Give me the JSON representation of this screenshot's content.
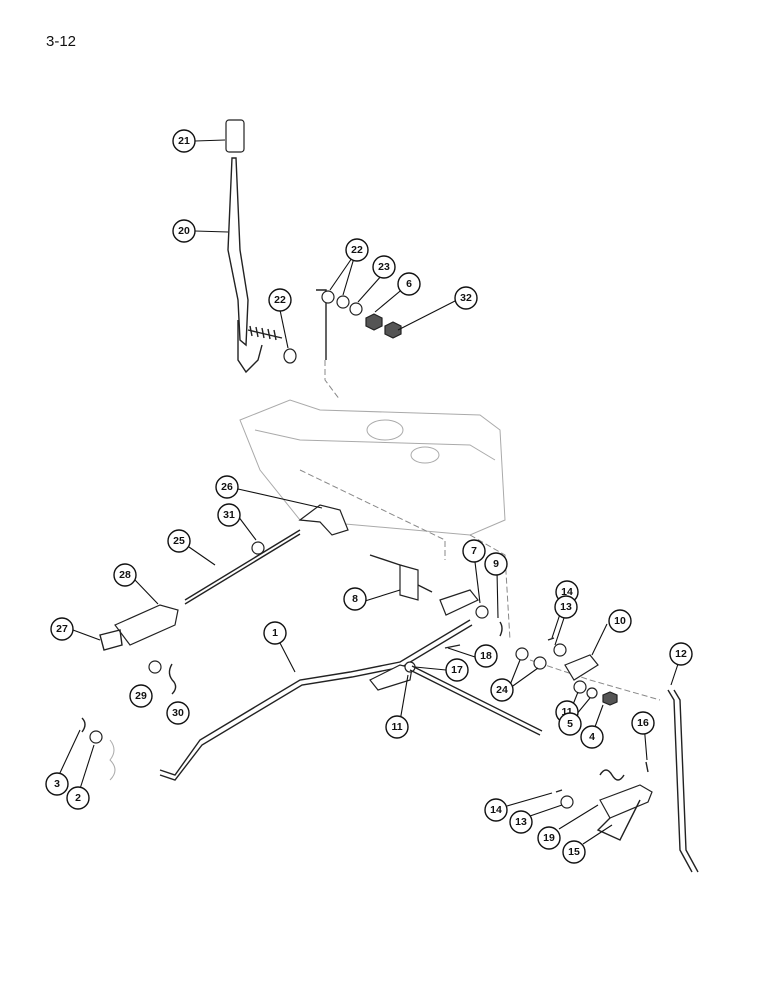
{
  "page_number": "3-12",
  "callouts": [
    {
      "id": "c21",
      "label": "21"
    },
    {
      "id": "c20",
      "label": "20"
    },
    {
      "id": "c22a",
      "label": "22"
    },
    {
      "id": "c22b",
      "label": "22"
    },
    {
      "id": "c23",
      "label": "23"
    },
    {
      "id": "c6",
      "label": "6"
    },
    {
      "id": "c32",
      "label": "32"
    },
    {
      "id": "c26",
      "label": "26"
    },
    {
      "id": "c31",
      "label": "31"
    },
    {
      "id": "c25",
      "label": "25"
    },
    {
      "id": "c28",
      "label": "28"
    },
    {
      "id": "c27",
      "label": "27"
    },
    {
      "id": "c29",
      "label": "29"
    },
    {
      "id": "c30",
      "label": "30"
    },
    {
      "id": "c7",
      "label": "7"
    },
    {
      "id": "c9",
      "label": "9"
    },
    {
      "id": "c8",
      "label": "8"
    },
    {
      "id": "c1",
      "label": "1"
    },
    {
      "id": "c18",
      "label": "18"
    },
    {
      "id": "c17",
      "label": "17"
    },
    {
      "id": "c11a",
      "label": "11"
    },
    {
      "id": "c14a",
      "label": "14"
    },
    {
      "id": "c13a",
      "label": "13"
    },
    {
      "id": "c10",
      "label": "10"
    },
    {
      "id": "c12",
      "label": "12"
    },
    {
      "id": "c24",
      "label": "24"
    },
    {
      "id": "c11b",
      "label": "11"
    },
    {
      "id": "c5",
      "label": "5"
    },
    {
      "id": "c4",
      "label": "4"
    },
    {
      "id": "c16",
      "label": "16"
    },
    {
      "id": "c3",
      "label": "3"
    },
    {
      "id": "c2",
      "label": "2"
    },
    {
      "id": "c14b",
      "label": "14"
    },
    {
      "id": "c13b",
      "label": "13"
    },
    {
      "id": "c19",
      "label": "19"
    },
    {
      "id": "c15",
      "label": "15"
    }
  ]
}
